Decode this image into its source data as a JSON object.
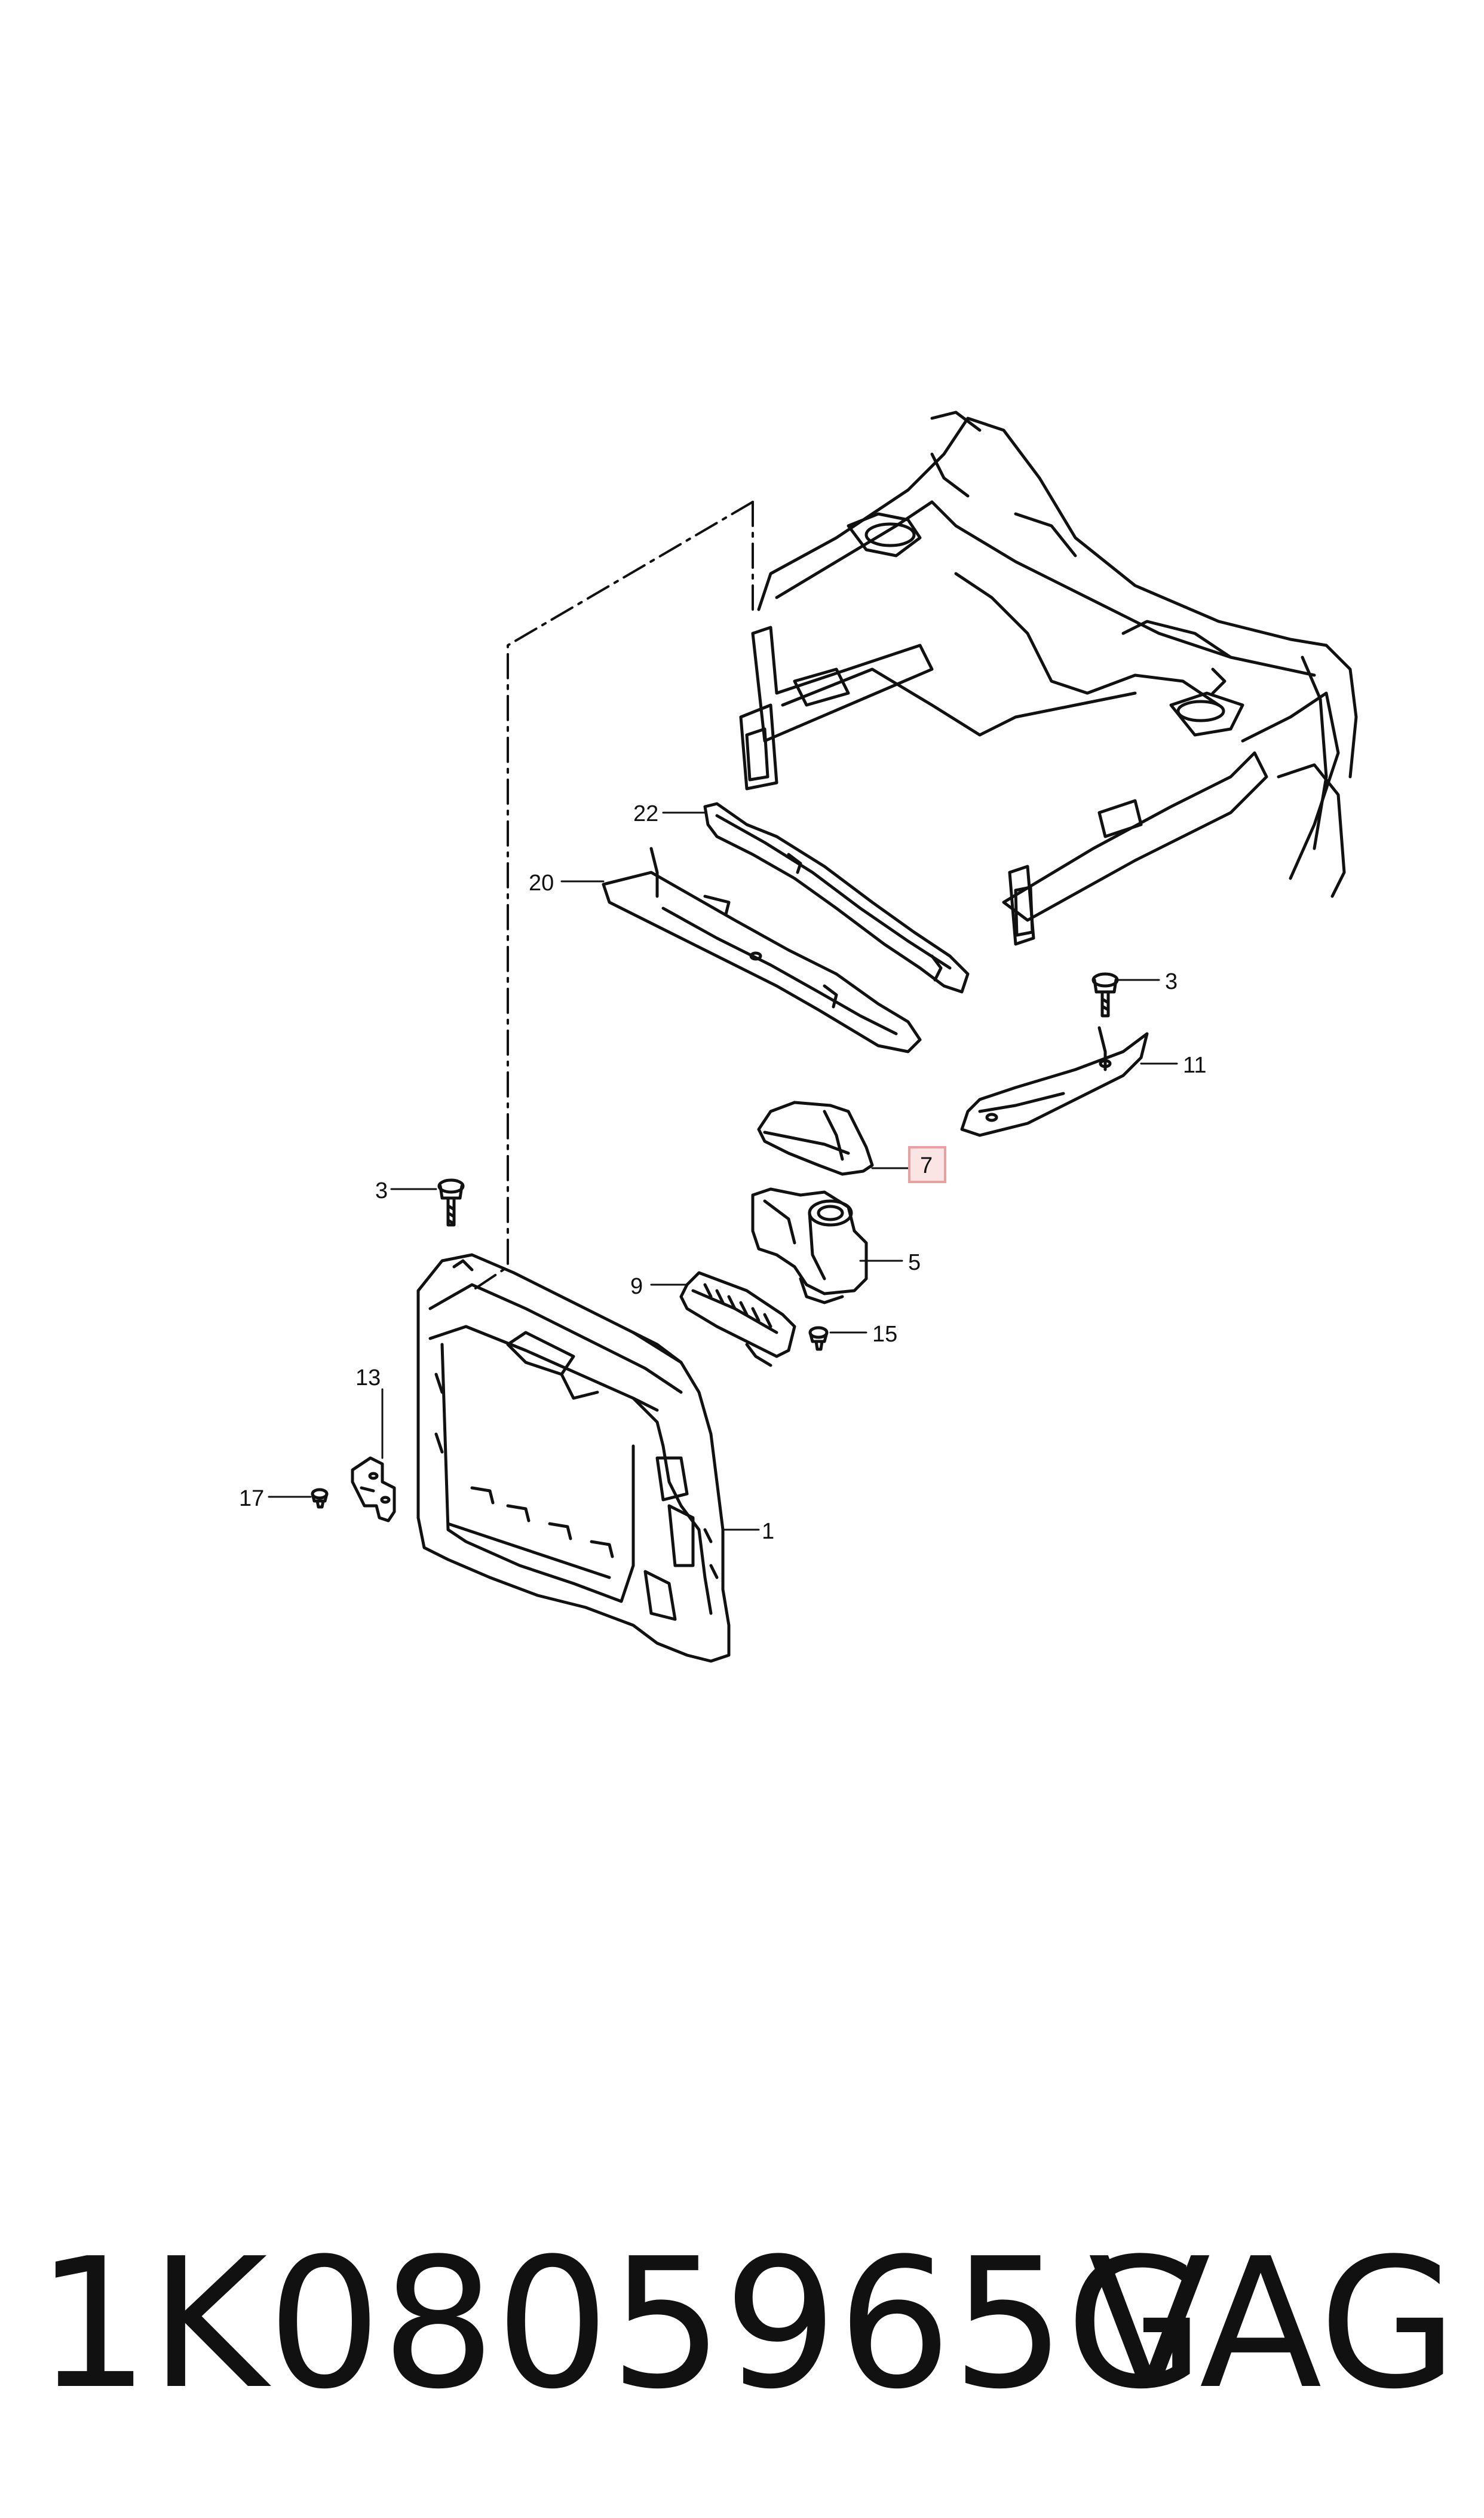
{
  "diagram": {
    "callouts": {
      "c22": "22",
      "c20": "20",
      "c3a": "3",
      "c11": "11",
      "c7": "7",
      "c3b": "3",
      "c5": "5",
      "c9": "9",
      "c15": "15",
      "c13": "13",
      "c17": "17",
      "c1": "1"
    },
    "highlight_color": "#e8a0a0"
  },
  "caption": {
    "part_number": "1K0805965G",
    "brand": "VAG"
  }
}
